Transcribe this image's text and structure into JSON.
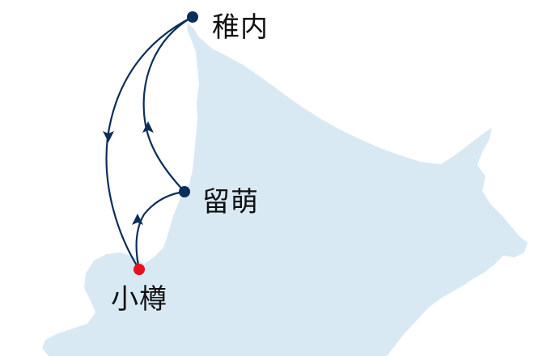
{
  "map": {
    "land_color": "#d9e9f4",
    "route_color": "#0d2d5a",
    "origin_color": "#e8101c",
    "stop_color": "#0d2d5a",
    "places": {
      "wakkanai": "稚内",
      "rumoi": "留萌",
      "otaru": "小樽"
    },
    "origin": "otaru",
    "routes": [
      {
        "from": "otaru",
        "to": "rumoi"
      },
      {
        "from": "rumoi",
        "to": "wakkanai"
      },
      {
        "from": "wakkanai",
        "to": "otaru"
      }
    ]
  }
}
